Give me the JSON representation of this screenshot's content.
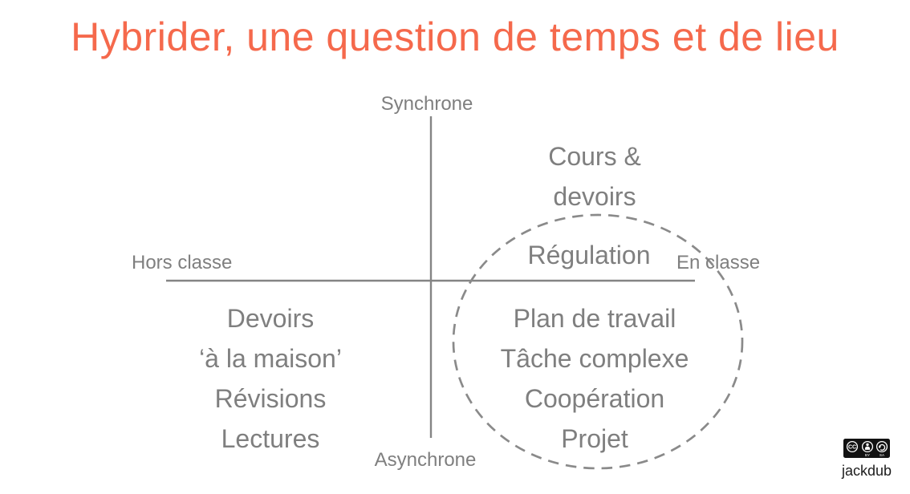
{
  "title": "Hybrider, une question de temps et de lieu",
  "colors": {
    "title_accent": "#f5694c",
    "text_gray": "#7f7f7f",
    "axis_gray": "#848484",
    "ellipse_gray": "#8a8a8a",
    "badge_black": "#121212"
  },
  "axes": {
    "top": "Synchrone",
    "bottom": "Asynchrone",
    "left": "Hors classe",
    "right": "En classe"
  },
  "quadrant_top_right": {
    "line1": "Cours &",
    "line2": "devoirs"
  },
  "ellipse_label": "Régulation",
  "quadrant_bottom_left": {
    "line1": "Devoirs",
    "line2": "‘à la maison’",
    "line3": "Révisions",
    "line4": "Lectures"
  },
  "quadrant_bottom_right": {
    "line1": "Plan de travail",
    "line2": "Tâche complexe",
    "line3": "Coopération",
    "line4": "Projet"
  },
  "credit": {
    "badge": {
      "cc": "CC",
      "by": "BY",
      "sa": "SA"
    },
    "author": "jackdub"
  }
}
